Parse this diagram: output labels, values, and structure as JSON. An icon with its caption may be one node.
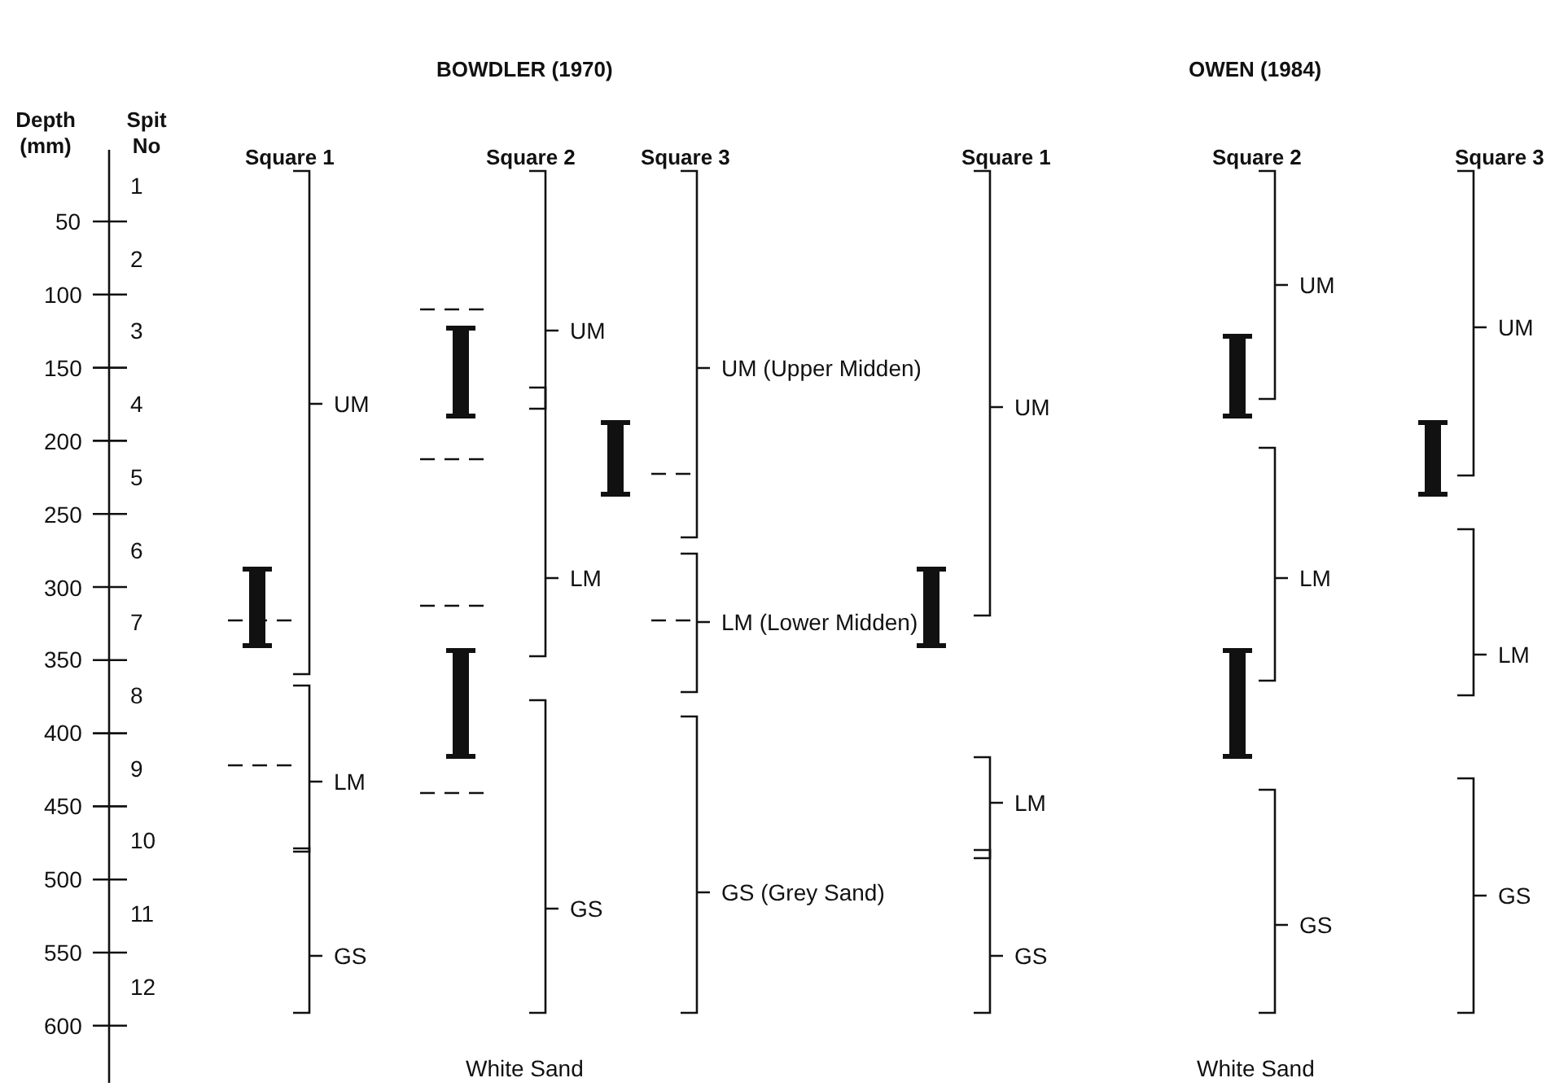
{
  "diagram": {
    "labels": [
      "BOWDLER (1970)",
      "OWEN (1984)",
      "Depth (mm)",
      "Spit No",
      "Square 1",
      "Square 2",
      "Square 3",
      "Square 1",
      "Square 2",
      "Square 3",
      "50",
      "100",
      "150",
      "200",
      "250",
      "300",
      "350",
      "400",
      "450",
      "500",
      "550",
      "600",
      "1",
      "2",
      "3",
      "4",
      "5",
      "6",
      "7",
      "8",
      "9",
      "10",
      "11",
      "12",
      "UM",
      "LM",
      "GS",
      "UM",
      "LM",
      "GS",
      "UM (Upper Midden)",
      "LM (Lower Midden)",
      "GS (Grey Sand)",
      "UM",
      "LM",
      "GS",
      "UM",
      "LM",
      "GS",
      "UM",
      "LM",
      "GS",
      "White Sand",
      "White Sand"
    ]
  }
}
